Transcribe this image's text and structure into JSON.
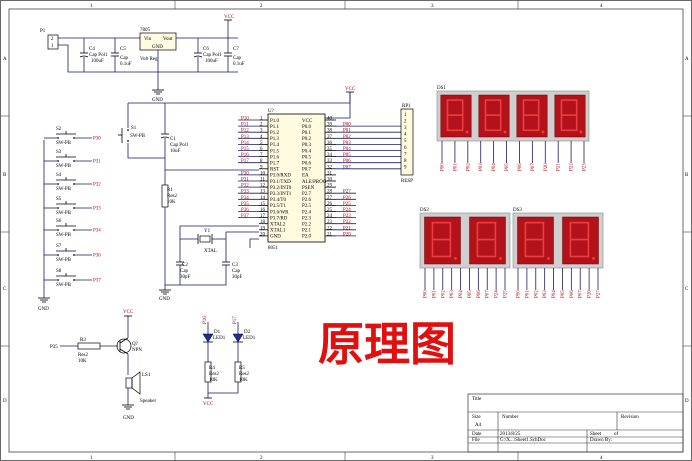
{
  "border": {
    "columns": [
      "1",
      "2",
      "3",
      "4"
    ],
    "rows": [
      "A",
      "B",
      "C",
      "D"
    ]
  },
  "power": {
    "connector_ref": "P1",
    "connector_pins": [
      "2",
      "1"
    ],
    "regulator_ref": "7805",
    "regulator_pins": [
      "Vin",
      "Vout",
      "GND"
    ],
    "regulator_value": "Volt Reg",
    "caps": [
      {
        "ref": "C4",
        "value": "Cap Pol1",
        "value2": "100uF"
      },
      {
        "ref": "C5",
        "value": "Cap",
        "value2": "0.1uF"
      },
      {
        "ref": "C6",
        "value": "Cap Pol1",
        "value2": "100uF"
      },
      {
        "ref": "C7",
        "value": "Cap",
        "value2": "0.1uF"
      }
    ],
    "vcc": "VCC",
    "gnd": "GND"
  },
  "buttons": {
    "reset_ref": "S1",
    "reset_value": "SW-PB",
    "items": [
      {
        "ref": "S2",
        "value": "SW-PB",
        "net": "P30"
      },
      {
        "ref": "S3",
        "value": "SW-PB",
        "net": "P31"
      },
      {
        "ref": "S4",
        "value": "SW-PB",
        "net": "P32"
      },
      {
        "ref": "S5",
        "value": "SW-PB",
        "net": "P33"
      },
      {
        "ref": "S6",
        "value": "SW-PB",
        "net": "P34"
      },
      {
        "ref": "S7",
        "value": "SW-PB",
        "net": "P36"
      },
      {
        "ref": "S8",
        "value": "SW-PB",
        "net": "P37"
      }
    ],
    "gnd": "GND"
  },
  "reset": {
    "cap_ref": "C1",
    "cap_value": "Cap Pol1",
    "cap_value2": "10uF",
    "res_ref": "R1",
    "res_value": "Res2",
    "res_value2": "10K",
    "gnd": "GND"
  },
  "crystal": {
    "ref": "Y1",
    "value": "XTAL",
    "c2_ref": "C2",
    "c2_value": "Cap",
    "c2_value2": "30pF",
    "c3_ref": "C3",
    "c3_value": "Cap",
    "c3_value2": "30pF"
  },
  "mcu": {
    "ref": "U?",
    "part": "8051",
    "left_pins": [
      {
        "net": "P10",
        "num": "1",
        "name": "P1.0"
      },
      {
        "net": "P11",
        "num": "2",
        "name": "P1.1"
      },
      {
        "net": "P12",
        "num": "3",
        "name": "P1.2"
      },
      {
        "net": "P13",
        "num": "4",
        "name": "P1.3"
      },
      {
        "net": "P14",
        "num": "5",
        "name": "P1.4"
      },
      {
        "net": "P15",
        "num": "6",
        "name": "P1.5"
      },
      {
        "net": "P16",
        "num": "7",
        "name": "P1.6"
      },
      {
        "net": "P17",
        "num": "8",
        "name": "P1.7"
      },
      {
        "net": "",
        "num": "9",
        "name": "RST"
      },
      {
        "net": "P30",
        "num": "10",
        "name": "P3.0/RXD"
      },
      {
        "net": "P31",
        "num": "11",
        "name": "P3.1/TXD"
      },
      {
        "net": "P32",
        "num": "12",
        "name": "P3.2/INT0"
      },
      {
        "net": "P33",
        "num": "13",
        "name": "P3.3/INT1"
      },
      {
        "net": "P34",
        "num": "14",
        "name": "P3.4/T0"
      },
      {
        "net": "P35",
        "num": "15",
        "name": "P3.5/T1"
      },
      {
        "net": "P36",
        "num": "16",
        "name": "P3.6/WR"
      },
      {
        "net": "P37",
        "num": "17",
        "name": "P3.7/RD"
      },
      {
        "net": "",
        "num": "18",
        "name": "XTAL2"
      },
      {
        "net": "",
        "num": "19",
        "name": "XTAL1"
      },
      {
        "net": "",
        "num": "20",
        "name": "GND"
      }
    ],
    "right_pins": [
      {
        "name": "VCC",
        "num": "40",
        "net": ""
      },
      {
        "name": "P0.0",
        "num": "39",
        "net": "P00"
      },
      {
        "name": "P0.1",
        "num": "38",
        "net": "P01"
      },
      {
        "name": "P0.2",
        "num": "37",
        "net": "P02"
      },
      {
        "name": "P0.3",
        "num": "36",
        "net": "P03"
      },
      {
        "name": "P0.4",
        "num": "35",
        "net": "P04"
      },
      {
        "name": "P0.5",
        "num": "34",
        "net": "P05"
      },
      {
        "name": "P0.6",
        "num": "33",
        "net": "P06"
      },
      {
        "name": "P0.7",
        "num": "32",
        "net": "P07"
      },
      {
        "name": "EA",
        "num": "31",
        "net": ""
      },
      {
        "name": "ALE/PROG",
        "num": "30",
        "net": ""
      },
      {
        "name": "PSEN",
        "num": "29",
        "net": ""
      },
      {
        "name": "P2.7",
        "num": "28",
        "net": "P27"
      },
      {
        "name": "P2.6",
        "num": "27",
        "net": "P26"
      },
      {
        "name": "P2.5",
        "num": "26",
        "net": "P25"
      },
      {
        "name": "P2.4",
        "num": "25",
        "net": "P24"
      },
      {
        "name": "P2.3",
        "num": "24",
        "net": "P23"
      },
      {
        "name": "P2.2",
        "num": "23",
        "net": "P22"
      },
      {
        "name": "P2.1",
        "num": "22",
        "net": "P21"
      },
      {
        "name": "P2.0",
        "num": "21",
        "net": "P20"
      }
    ],
    "vcc": "VCC"
  },
  "resnet": {
    "ref": "RP1",
    "value": "RESP",
    "pins": [
      "1",
      "2",
      "3",
      "4",
      "5",
      "6",
      "7",
      "8",
      "9"
    ]
  },
  "displays": [
    {
      "ref": "DS1",
      "digits": 4,
      "pins": [
        "P00",
        "P01",
        "P02",
        "P03",
        "P04",
        "P05",
        "P06",
        "P07",
        "P20",
        "P21",
        "P22",
        "P23"
      ]
    },
    {
      "ref": "DS2",
      "digits": 2,
      "pins": [
        "P00",
        "P01",
        "P02",
        "P03",
        "P04",
        "P05",
        "P06",
        "P07",
        "P24",
        "P25"
      ]
    },
    {
      "ref": "DS3",
      "digits": 2,
      "pins": [
        "P00",
        "P01",
        "P02",
        "P03",
        "P04",
        "P05",
        "P06",
        "P07",
        "P26",
        "P27"
      ]
    }
  ],
  "buzzer": {
    "net": "P35",
    "r_ref": "R3",
    "r_value": "Res2",
    "r_value2": "10K",
    "q_ref": "Q?",
    "q_value": "NPN",
    "ls_ref": "LS1",
    "ls_value": "Speaker",
    "vcc": "VCC",
    "gnd": "GND"
  },
  "leds": {
    "d1_net": "P16",
    "d1_ref": "D1",
    "d1_value": "LED1",
    "d2_net": "P17",
    "d2_ref": "D2",
    "d2_value": "LED1",
    "r4_ref": "R4",
    "r4_value": "Res2",
    "r4_value2": "10K",
    "r5_ref": "R5",
    "r5_value": "Res2",
    "r5_value2": "10K",
    "vcc": "VCC"
  },
  "watermark": "原理图",
  "title_block": {
    "title": "Title",
    "size_label": "Size",
    "size_value": "A4",
    "number_label": "Number",
    "revision_label": "Revision",
    "date_label": "Date",
    "date_value": "2013/8/25",
    "file_label": "File",
    "file_value": "G:\\X...\\Sheet1.SchDoc",
    "sheet_label": "Sheet",
    "sheet_of": "of",
    "drawn_label": "Drawn By:"
  }
}
